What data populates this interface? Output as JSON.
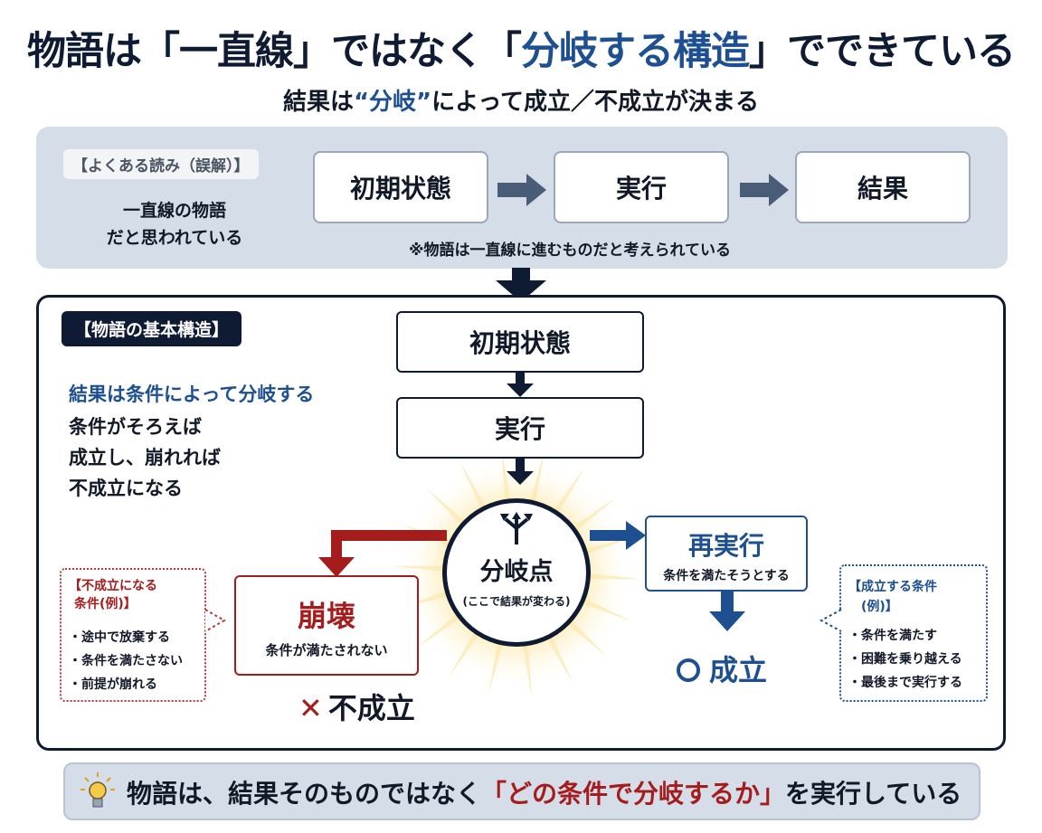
{
  "title": {
    "part1": "物語は「一直線」ではなく「",
    "highlight": "分岐する構造",
    "part2": "」でできている"
  },
  "subtitle": {
    "part1": "結果は",
    "highlight": "“分岐”",
    "part2": "によって成立／不成立が決まる"
  },
  "misconception": {
    "tag": "【よくある読み（誤解）】",
    "desc_line1": "一直線の物語",
    "desc_line2": "だと思われている",
    "steps": [
      "初期状態",
      "実行",
      "結果"
    ],
    "note": "※物語は一直線に進むものだと考えられている"
  },
  "structure": {
    "tag": "【物語の基本構造】",
    "lead": "結果は条件によって分岐する",
    "desc_lines": [
      "条件がそろえば",
      "成立し、崩れれば",
      "不成立になる"
    ],
    "flow": [
      "初期状態",
      "実行"
    ],
    "branch_label": "分岐点",
    "branch_note": "(ここで結果が変わる)",
    "retry_title": "再実行",
    "retry_sub": "条件を満たそうとする",
    "success_result": "成立",
    "collapse_title": "崩壊",
    "collapse_sub": "条件が満たされない",
    "fail_result": "不成立",
    "fail_callout_title_line1": "【不成立になる",
    "fail_callout_title_line2": "条件(例)】",
    "fail_callout_items": [
      "・途中で放棄する",
      "・条件を満たさない",
      "・前提が崩れる"
    ],
    "success_callout_title_line1": "【成立する条件",
    "success_callout_title_line2": "(例)】",
    "success_callout_items": [
      "・条件を満たす",
      "・困難を乗り越える",
      "・最後まで実行する"
    ]
  },
  "conclusion": {
    "part1": "物語は、結果そのものではなく",
    "highlight": "「どの条件で分岐するか」",
    "part2": "を実行している"
  },
  "colors": {
    "navy": "#0f1b33",
    "blue": "#1d4f91",
    "red": "#a51c1c",
    "panel": "#d5dde8"
  }
}
